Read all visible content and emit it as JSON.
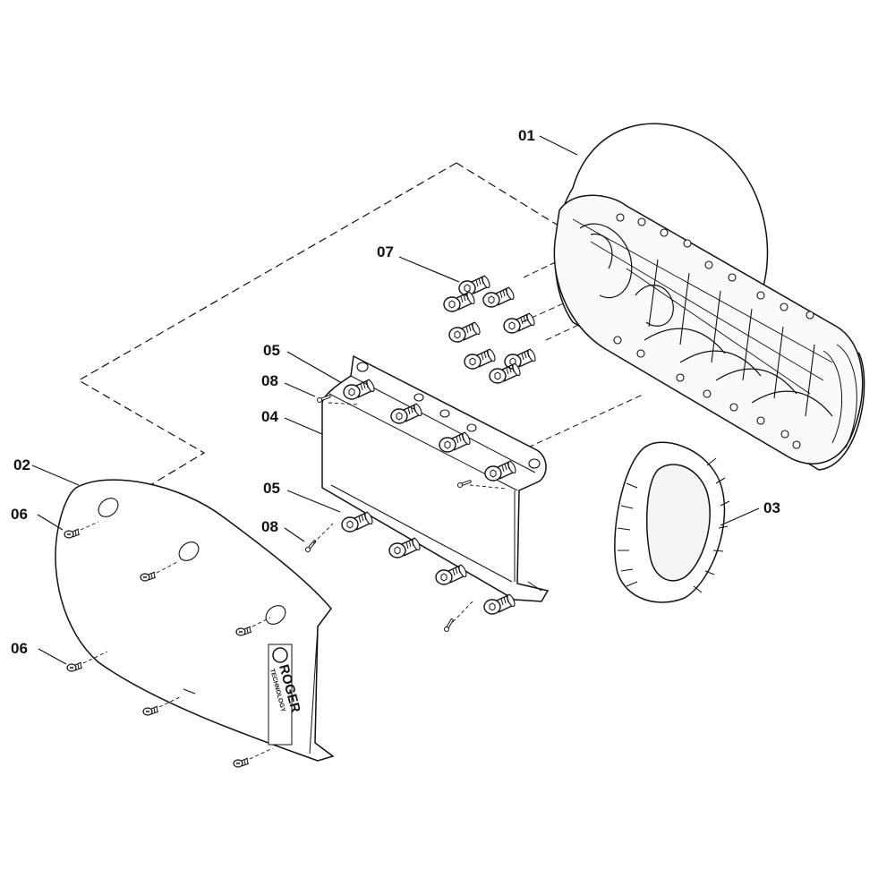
{
  "diagram": {
    "callouts": [
      {
        "id": "01",
        "label": "01"
      },
      {
        "id": "02",
        "label": "02"
      },
      {
        "id": "03",
        "label": "03"
      },
      {
        "id": "04",
        "label": "04"
      },
      {
        "id": "05a",
        "label": "05"
      },
      {
        "id": "05b",
        "label": "05"
      },
      {
        "id": "06a",
        "label": "06"
      },
      {
        "id": "06b",
        "label": "06"
      },
      {
        "id": "07",
        "label": "07"
      },
      {
        "id": "08a",
        "label": "08"
      },
      {
        "id": "08b",
        "label": "08"
      }
    ],
    "logo": {
      "brand": "ROGER",
      "sub": "TECHNOLOGY"
    },
    "colors": {
      "line": "#111111",
      "paper": "#ffffff"
    }
  }
}
